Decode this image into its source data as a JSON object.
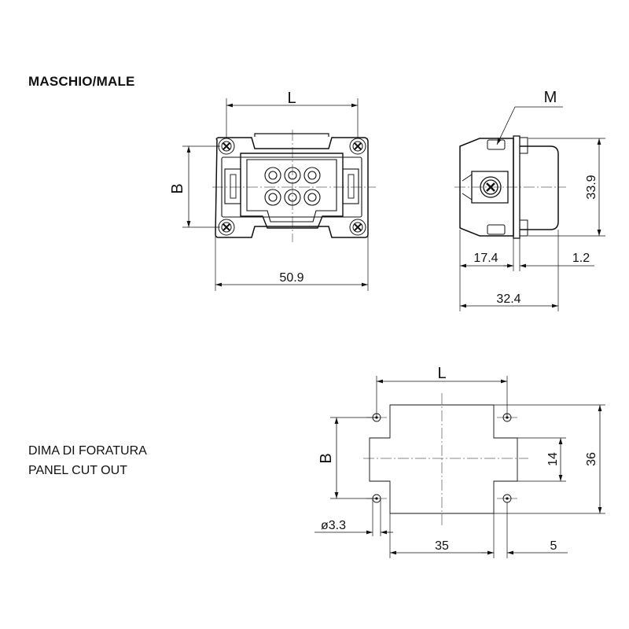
{
  "title": "MASCHIO/MALE",
  "cutout_title": [
    "DIMA DI FORATURA",
    "PANEL CUT OUT"
  ],
  "front_view": {
    "width_label": "L",
    "height_label": "B",
    "overall_width": "50.9"
  },
  "side_view": {
    "screw_label": "M",
    "height": "33.9",
    "depth_front": "17.4",
    "flange": "1.2",
    "overall_depth": "32.4"
  },
  "cutout": {
    "width_label": "L",
    "height_label": "B",
    "hole_diameter": "ø3.3",
    "hole_spacing": "35",
    "edge_offset": "5",
    "inner_height": "14",
    "outer_height": "36"
  }
}
